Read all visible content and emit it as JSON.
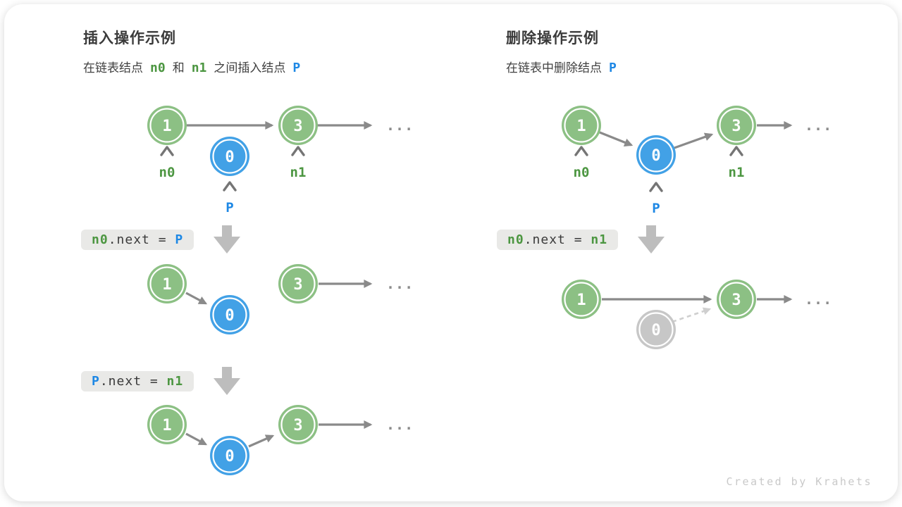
{
  "page": {
    "footer": "Created by Krahets"
  },
  "ellipsis": "...",
  "insert": {
    "title": "插入操作示例",
    "subtitle": {
      "part1": "在链表结点",
      "n0": "n0",
      "part2": "和",
      "n1": "n1",
      "part3": "之间插入结点",
      "p": "P"
    },
    "labels": {
      "n0": "n0",
      "n1": "n1",
      "p": "P"
    },
    "code1": {
      "lhs": "n0",
      "mid": ".next = ",
      "rhs": "P"
    },
    "code2": {
      "lhs": "P",
      "mid": ".next = ",
      "rhs": "n1"
    },
    "nodes": {
      "first": "1",
      "inserted": "0",
      "third": "3"
    }
  },
  "delete": {
    "title": "删除操作示例",
    "subtitle": {
      "part1": "在链表中删除结点",
      "p": "P"
    },
    "labels": {
      "n0": "n0",
      "n1": "n1",
      "p": "P"
    },
    "code1": {
      "lhs": "n0",
      "mid": ".next = ",
      "rhs": "n1"
    },
    "nodes": {
      "first": "1",
      "removed": "0",
      "third": "3"
    }
  },
  "colors": {
    "node_green": "#8CC084",
    "node_blue": "#42A1E6",
    "node_gray": "#C7C7C7",
    "label_green": "#4C9641",
    "label_blue": "#1E88E5",
    "arrow_gray": "#8A8A8A",
    "arrow_light": "#CFCFCF",
    "code_bg": "#E9E9E7",
    "down_arrow": "#BDBDBD"
  }
}
